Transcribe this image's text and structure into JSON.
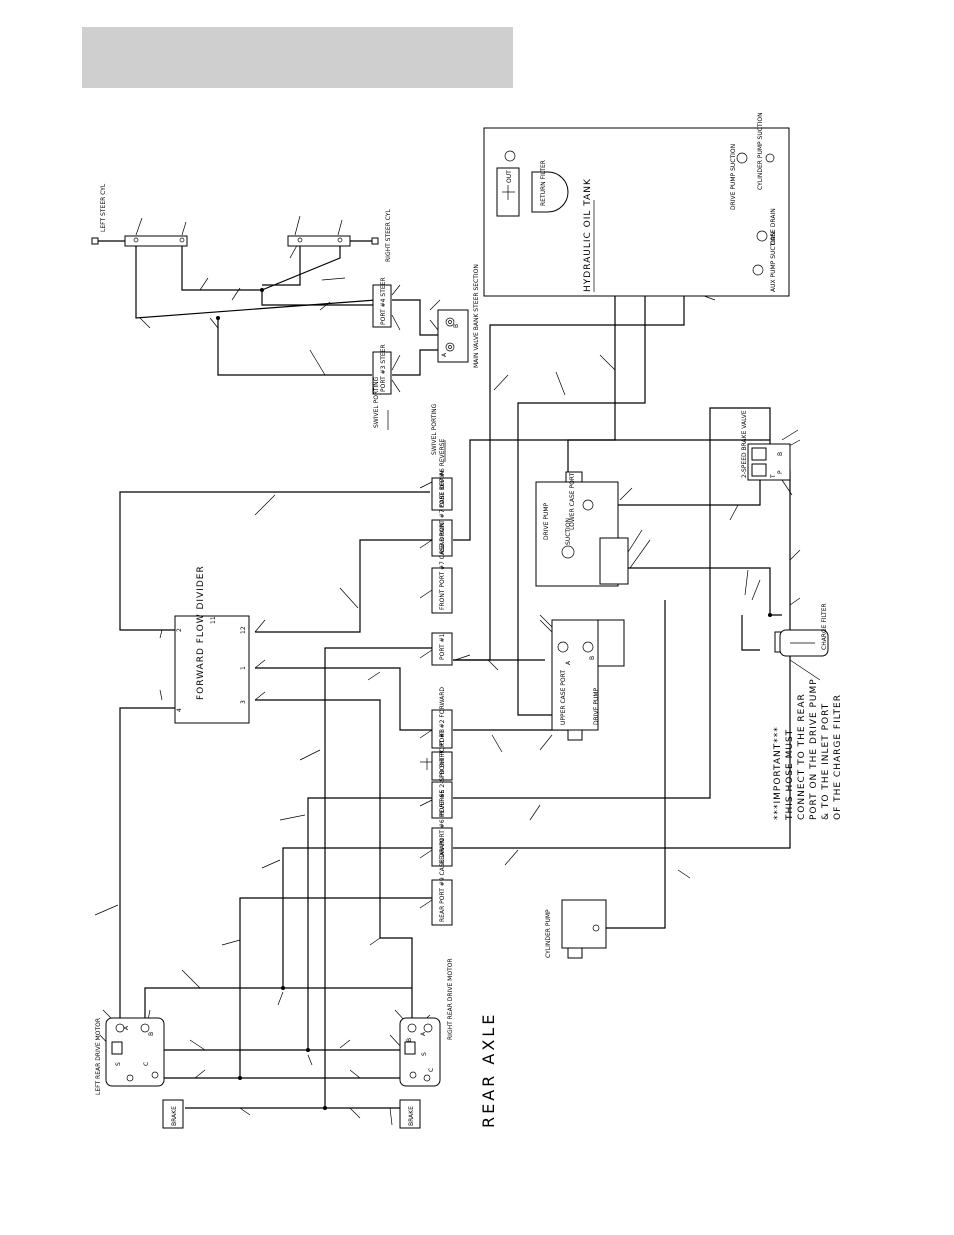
{
  "header": {
    "title": ""
  },
  "rear_axle": {
    "label": "REAR AXLE"
  },
  "steering": {
    "left_cyl": "LEFT STEER CYL",
    "right_cyl": "RIGHT STEER CYL",
    "port4": "PORT #4 STEER",
    "port3": "PORT #3 STEER",
    "valve_bank": "MAIN VALVE BANK STEER SECTION",
    "port_b": "B",
    "port_a": "A",
    "swivel1": "SWIVEL PORTING",
    "swivel2": "SWIVEL PORTING"
  },
  "tank": {
    "title": "HYDRAULIC OIL TANK",
    "out": "OUT",
    "return_filter": "RETURN FILTER",
    "drive_suction": "DRIVE PUMP SUCTION",
    "cyl_suction": "CYLINDER PUMP SUCTION",
    "case_drain": "CASE DRAIN",
    "aux_suction": "AUX PUMP SUCTION"
  },
  "swivel_ports": {
    "p6": "PORT REF #6 REVERSE",
    "p7": "REAR PORT #7 CASE DRAIN",
    "p7b": "FRONT PORT #7 CASE DRAIN",
    "p1": "PORT #1",
    "p2": "PORT #2 FORWARD",
    "p8": "FRONT PORT #8",
    "p5": "PORT #5 2-SPD SHIFT",
    "p6b": "REAR PORT #6 REVERSE",
    "p9": "REAR PORT #9 CASE DRAIN"
  },
  "flow_divider": {
    "title": "FORWARD FLOW DIVIDER",
    "p1": "1",
    "p2": "2",
    "p3": "3",
    "p4": "4",
    "p11": "11",
    "p12": "12"
  },
  "pumps": {
    "drive_upper": "DRIVE PUMP",
    "suction": "SUCTION",
    "lower_case": "LOWER CASE PORT",
    "drive_lower": "DRIVE PUMP",
    "upper_case": "UPPER CASE PORT",
    "port_a": "A",
    "port_b": "B",
    "cylinder_pump": "CYLINDER PUMP"
  },
  "brake_valve": {
    "title": "2-SPEED BRAKE VALVE",
    "t": "T",
    "p": "P",
    "b": "B"
  },
  "charge_filter": {
    "title": "CHARGE FILTER"
  },
  "important": {
    "line1": "***IMPORTANT***",
    "line2": "THIS HOSE MUST",
    "line3": "CONNECT TO THE REAR",
    "line4": "PORT ON THE DRIVE PUMP",
    "line5": "& TO THE INLET PORT",
    "line6": "OF THE CHARGE FILTER"
  },
  "motors": {
    "left": "LEFT REAR DRIVE MOTOR",
    "right": "RIGHT REAR DRIVE MOTOR",
    "a": "A",
    "b": "B",
    "s": "S",
    "c": "C"
  },
  "brakes": {
    "left": "BRAKE",
    "right": "BRAKE"
  }
}
